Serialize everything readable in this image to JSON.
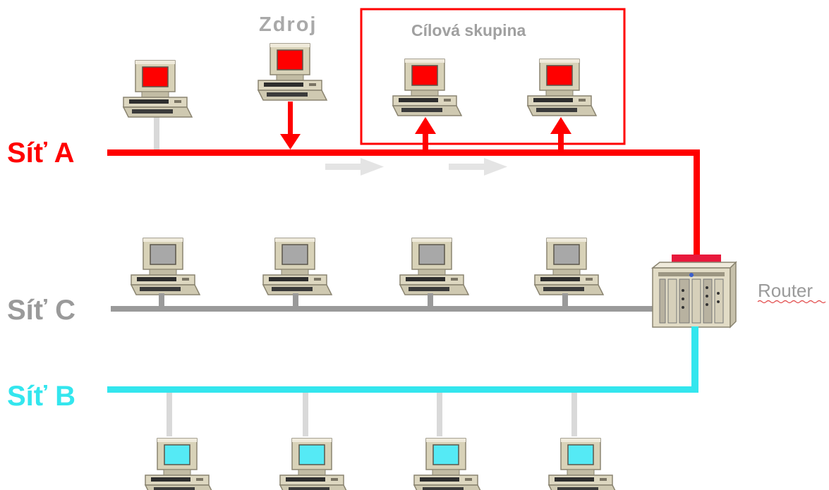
{
  "labels": {
    "source": "Zdroj",
    "target_group": "Cílová skupina",
    "router": "Router"
  },
  "networks": [
    {
      "name": "Síť A",
      "color": "#ff0000"
    },
    {
      "name": "Síť C",
      "color": "#9a9a9a"
    },
    {
      "name": "Síť B",
      "color": "#33e6ee"
    }
  ],
  "colors": {
    "net_a": "#ff0000",
    "net_b": "#33e6ee",
    "net_c": "#9a9a9a",
    "drop": "#d9d9d9",
    "flow_arrow": "#e4e4e4",
    "screen_a": "#ff0000",
    "screen_c": "#a8a8a8",
    "screen_b": "#55eaf5"
  },
  "icons": {
    "computer": "desktop-computer-icon",
    "router": "router-icon"
  }
}
